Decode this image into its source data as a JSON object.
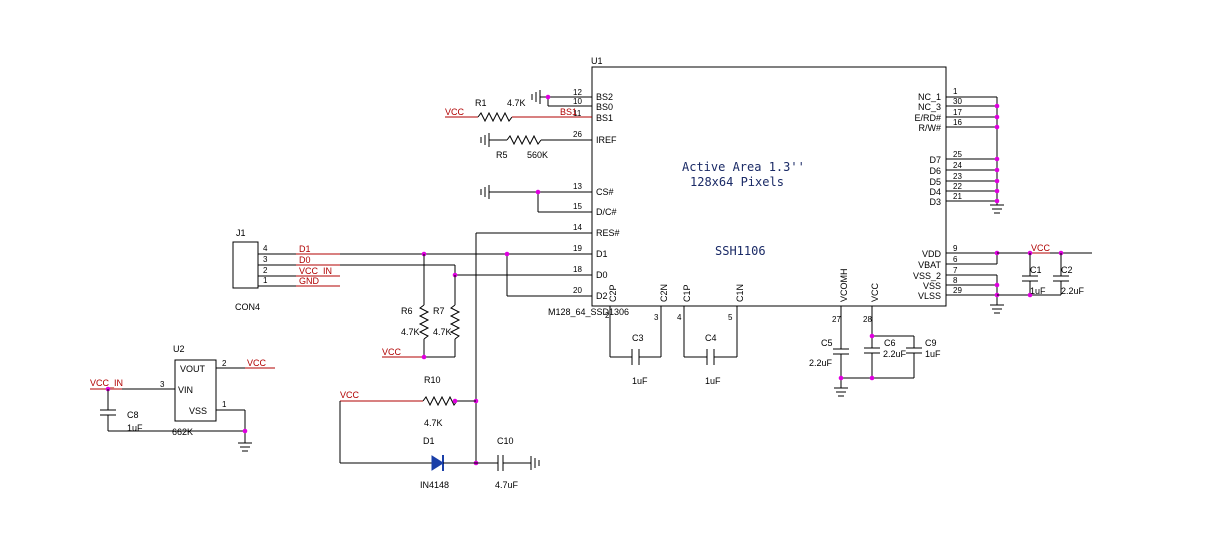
{
  "u1": {
    "ref": "U1",
    "part": "M128_64_SSD1306",
    "chip": "SSH1106",
    "area_line1": "Active Area 1.3''",
    "area_line2": "128x64 Pixels",
    "left_pins": [
      {
        "num": "12",
        "name": "BS2"
      },
      {
        "num": "10",
        "name": "BS0"
      },
      {
        "num": "11",
        "name": "BS1"
      },
      {
        "num": "26",
        "name": "IREF"
      },
      {
        "num": "13",
        "name": "CS#"
      },
      {
        "num": "15",
        "name": "D/C#"
      },
      {
        "num": "14",
        "name": "RES#"
      },
      {
        "num": "19",
        "name": "D1"
      },
      {
        "num": "18",
        "name": "D0"
      },
      {
        "num": "20",
        "name": "D2"
      }
    ],
    "right_pins": [
      {
        "num": "1",
        "name": "NC_1"
      },
      {
        "num": "30",
        "name": "NC_3"
      },
      {
        "num": "17",
        "name": "E/RD#"
      },
      {
        "num": "16",
        "name": "R/W#"
      },
      {
        "num": "25",
        "name": "D7"
      },
      {
        "num": "24",
        "name": "D6"
      },
      {
        "num": "23",
        "name": "D5"
      },
      {
        "num": "22",
        "name": "D4"
      },
      {
        "num": "21",
        "name": "D3"
      },
      {
        "num": "9",
        "name": "VDD"
      },
      {
        "num": "6",
        "name": "VBAT"
      },
      {
        "num": "7",
        "name": "VSS_2"
      },
      {
        "num": "8",
        "name": "VSS"
      },
      {
        "num": "29",
        "name": "VLSS"
      }
    ],
    "bottom_pins": [
      {
        "num": "2",
        "name": "C2P"
      },
      {
        "num": "3",
        "name": "C2N"
      },
      {
        "num": "4",
        "name": "C1P"
      },
      {
        "num": "5",
        "name": "C1N"
      },
      {
        "num": "27",
        "name": "VCOMH"
      },
      {
        "num": "28",
        "name": "VCC"
      }
    ]
  },
  "j1": {
    "ref": "J1",
    "part": "CON4",
    "pins": [
      {
        "num": "4",
        "net": "D1"
      },
      {
        "num": "3",
        "net": "D0"
      },
      {
        "num": "2",
        "net": "VCC_IN"
      },
      {
        "num": "1",
        "net": "GND"
      }
    ]
  },
  "u2": {
    "ref": "U2",
    "part": "662K",
    "pins": [
      {
        "num": "2",
        "name": "VOUT"
      },
      {
        "num": "3",
        "name": "VIN"
      },
      {
        "num": "1",
        "name": "VSS"
      }
    ]
  },
  "resistors": [
    {
      "ref": "R1",
      "value": "4.7K"
    },
    {
      "ref": "R5",
      "value": "560K"
    },
    {
      "ref": "R6",
      "value": "4.7K"
    },
    {
      "ref": "R7",
      "value": "4.7K"
    },
    {
      "ref": "R10",
      "value": "4.7K"
    }
  ],
  "capacitors": [
    {
      "ref": "C1",
      "value": "1uF"
    },
    {
      "ref": "C2",
      "value": "2.2uF"
    },
    {
      "ref": "C3",
      "value": "1uF"
    },
    {
      "ref": "C4",
      "value": "1uF"
    },
    {
      "ref": "C5",
      "value": "2.2uF"
    },
    {
      "ref": "C6",
      "value": "2.2uF"
    },
    {
      "ref": "C8",
      "value": "1uF"
    },
    {
      "ref": "C9",
      "value": "1uF"
    },
    {
      "ref": "C10",
      "value": "4.7uF"
    }
  ],
  "diode": {
    "ref": "D1",
    "part": "IN4148"
  },
  "nets": {
    "vcc": "VCC",
    "vcc_in": "VCC_IN",
    "bs1": "BS1"
  },
  "colors": {
    "wire": "#000000",
    "net_wire": "#b00000",
    "junction": "#e000e0",
    "diode_fill": "#1a3fa8"
  }
}
